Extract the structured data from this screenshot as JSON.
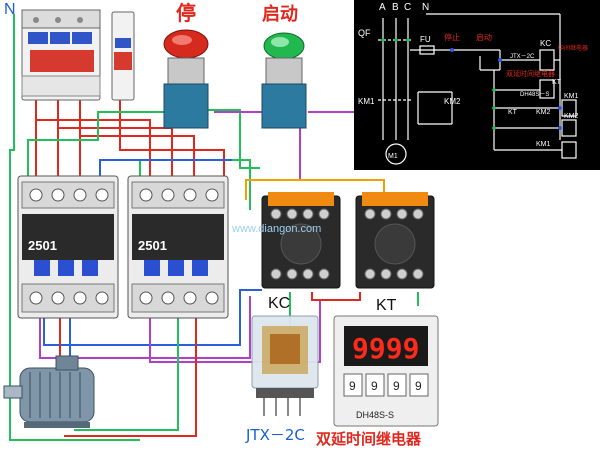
{
  "labels": {
    "neutral": "N",
    "stop": "停",
    "start": "启动",
    "contactor_model": "2501",
    "contactor_model_2": "2501",
    "kc": "KC",
    "kt": "KT",
    "relay_model": "JTX－2C",
    "dual_delay_relay": "双延时间继电器",
    "timer_display": "9999",
    "timer_keys": [
      "9",
      "9",
      "9",
      "9"
    ],
    "timer_model": "DH48S-S",
    "watermark": "www.diangon.com"
  },
  "schematic": {
    "lines": [
      "A",
      "B",
      "C",
      "N"
    ],
    "qf": "QF",
    "fu": "FU",
    "stop": "停止",
    "start": "启动",
    "kc_top": "KC",
    "relay_model": "JTX－2C",
    "relay_name": "中间继电器",
    "timer_name": "双延时间继电器",
    "kt_top": "KT",
    "timer_model": "DH48S－S",
    "km1_left": "KM1",
    "km2_left": "KM2",
    "km1_coil": "KM1",
    "kt_contact": "KT",
    "km2_contact": "KM2",
    "km2_coil": "KM2",
    "km1_contact": "KM1",
    "motor": "M1"
  },
  "colors": {
    "wire_red": "#e0281e",
    "wire_green": "#22c05a",
    "wire_blue": "#2a5fe0",
    "wire_purple": "#b040c8",
    "wire_orange": "#f0a000",
    "label_red": "#e0281e",
    "label_blue": "#1a5fd0",
    "schematic_bg": "#000000"
  }
}
